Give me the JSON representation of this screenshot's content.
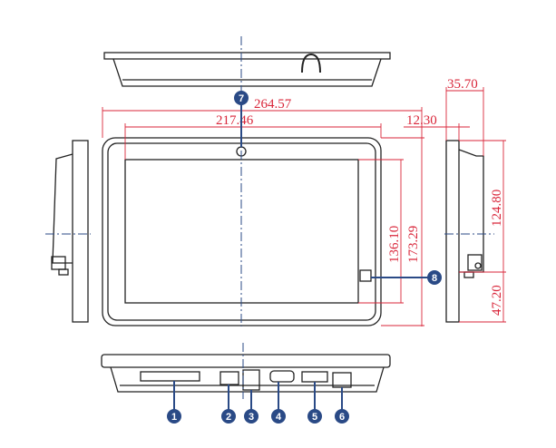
{
  "dimensions": {
    "overall_width": "264.57",
    "screen_width": "217.46",
    "screen_height": "136.10",
    "overall_height": "173.29",
    "depth_total": "35.70",
    "depth_front": "12.30",
    "side_upper": "124.80",
    "side_lower": "47.20"
  },
  "markers": [
    "1",
    "2",
    "3",
    "4",
    "5",
    "6",
    "7",
    "8"
  ],
  "colors": {
    "dimension": "#d9263a",
    "marker": "#2a4a86",
    "centerline": "#2a4a86",
    "outline": "#222222"
  }
}
